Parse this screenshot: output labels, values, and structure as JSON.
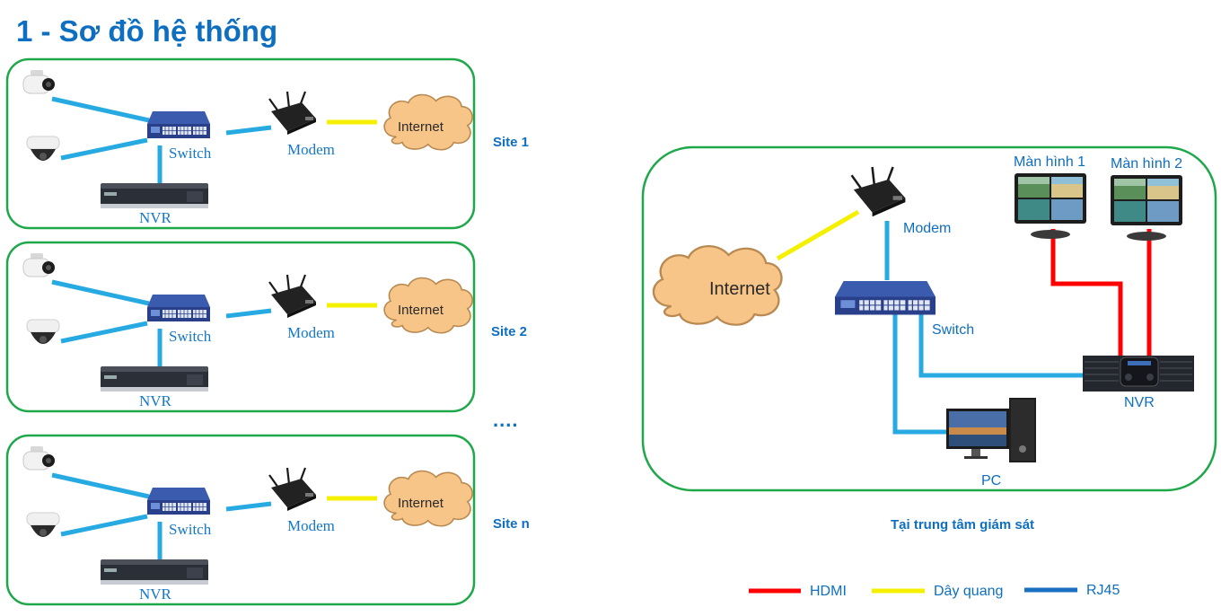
{
  "title": "1 - Sơ đồ hệ thống",
  "colors": {
    "title": "#0e6fc0",
    "frame": "#1fa84a",
    "rj45_cable": "#27aae1",
    "fiber_cable": "#f5f000",
    "hdmi_cable": "#ff0000",
    "cloud_fill": "#f8c589",
    "switch_body": "#2f4a9a"
  },
  "sites": [
    {
      "label": "Site 1",
      "devices": {
        "switch": "Switch",
        "modem": "Modem",
        "nvr": "NVR",
        "internet": "Internet"
      }
    },
    {
      "label": "Site 2",
      "devices": {
        "switch": "Switch",
        "modem": "Modem",
        "nvr": "NVR",
        "internet": "Internet"
      }
    },
    {
      "label": "Site n",
      "devices": {
        "switch": "Switch",
        "modem": "Modem",
        "nvr": "NVR",
        "internet": "Internet"
      }
    }
  ],
  "ellipsis": "....",
  "center": {
    "caption": "Tại trung tâm giám sát",
    "internet": "Internet",
    "modem": "Modem",
    "switch": "Switch",
    "nvr": "NVR",
    "pc": "PC",
    "monitor1": "Màn hình 1",
    "monitor2": "Màn hình 2"
  },
  "legend": [
    {
      "label": "HDMI",
      "color": "#ff0000"
    },
    {
      "label": "Dây quang",
      "color": "#f5f000"
    },
    {
      "label": "RJ45",
      "color": "#1a6fc0"
    }
  ]
}
